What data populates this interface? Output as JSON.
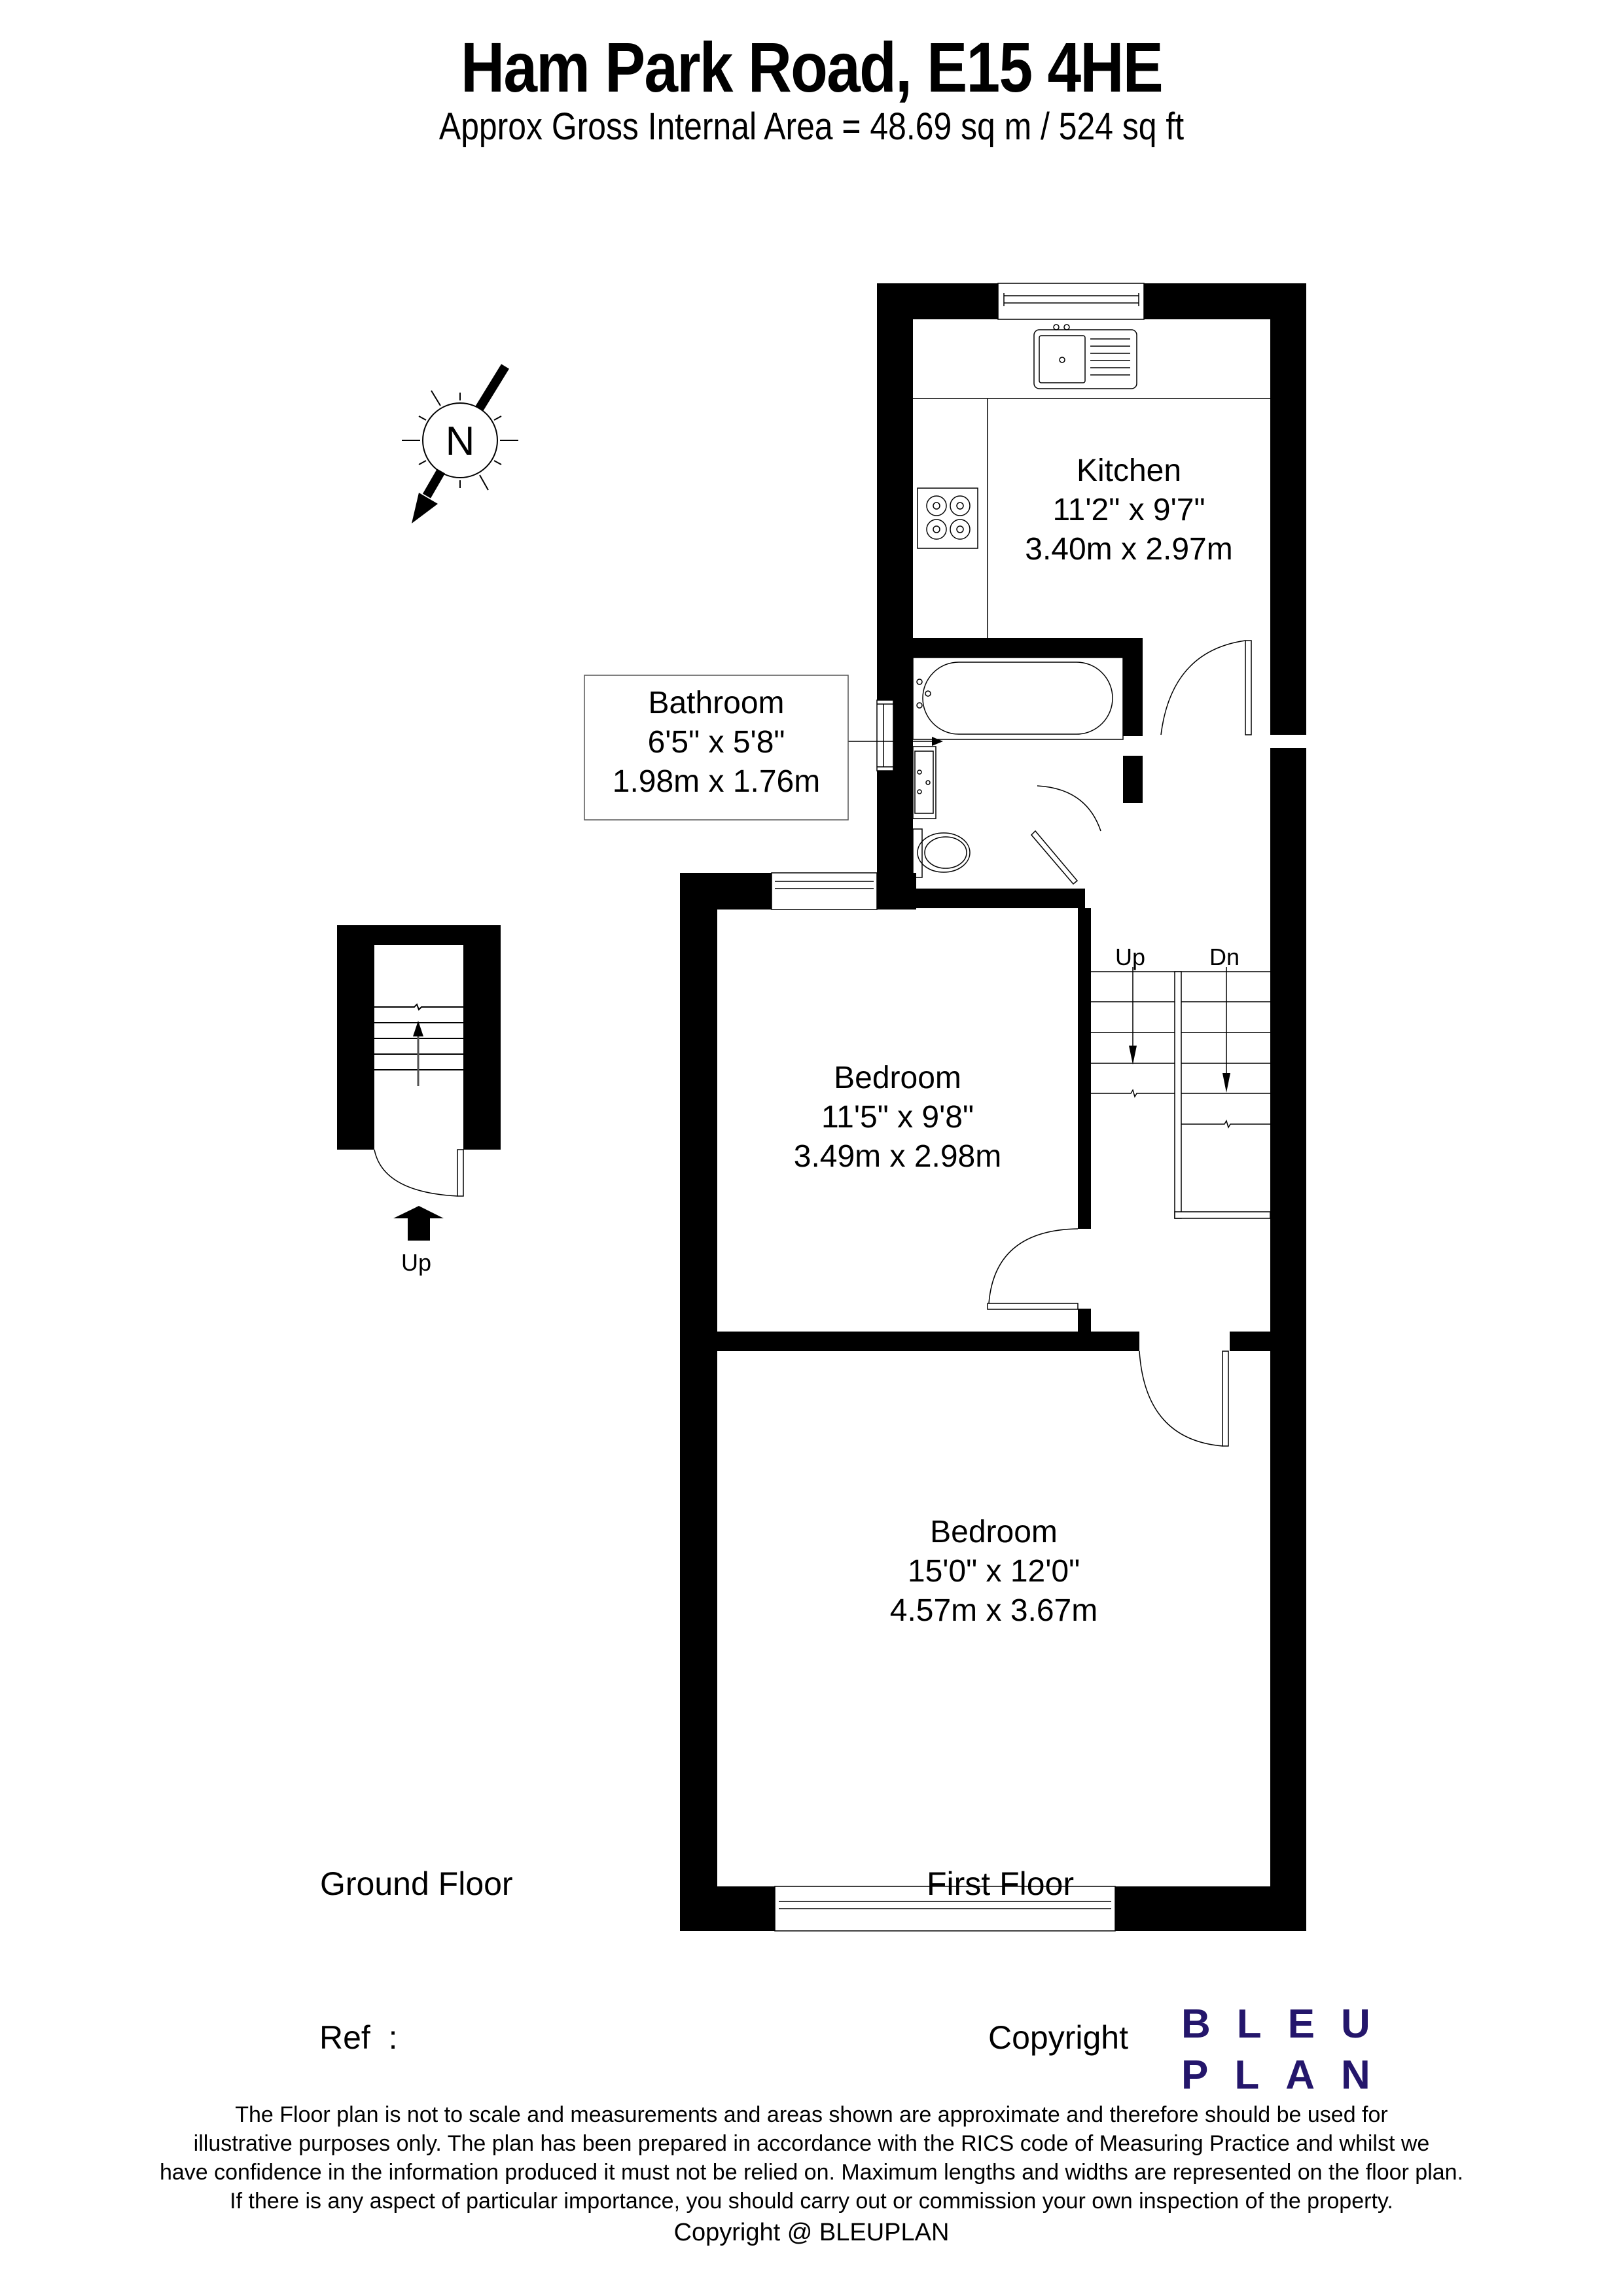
{
  "header": {
    "title": "Ham Park Road, E15 4HE",
    "area": "Approx Gross Internal Area = 48.69 sq m / 524 sq ft"
  },
  "compass": {
    "label": "N",
    "icon": "north-arrow-compass-icon"
  },
  "rooms": [
    {
      "name": "Kitchen",
      "imperial": "11'2\" x 9'7\"",
      "metric": "3.40m x 2.97m",
      "floor": "First Floor"
    },
    {
      "name": "Bathroom",
      "imperial": "6'5\" x 5'8\"",
      "metric": "1.98m x 1.76m",
      "floor": "First Floor"
    },
    {
      "name": "Bedroom",
      "imperial": "11'5\" x 9'8\"",
      "metric": "3.49m x 2.98m",
      "floor": "First Floor"
    },
    {
      "name": "Bedroom",
      "imperial": "15'0\" x 12'0\"",
      "metric": "4.57m x 3.67m",
      "floor": "First Floor"
    }
  ],
  "stairs": {
    "ground_up": "Up",
    "first_up": "Up",
    "first_down": "Dn"
  },
  "floors": {
    "ground": "Ground Floor",
    "first": "First Floor"
  },
  "footer": {
    "ref_label": "Ref  :",
    "copyright_label": "Copyright",
    "logo_line1": "BLEU",
    "logo_line2": "PLAN",
    "logo_color": "#24166b",
    "disclaimer": [
      "The Floor plan is not to scale and measurements and areas shown are approximate and therefore should be used for",
      "illustrative purposes only. The plan has been prepared in accordance with the RICS code of Measuring Practice and whilst we",
      "have confidence in the information produced it must not be relied on. Maximum lengths and widths are represented on the floor plan.",
      "If there is any aspect of particular importance, you should carry out or commission your own inspection of the property."
    ],
    "copyright_line": "Copyright @ BLEUPLAN"
  }
}
